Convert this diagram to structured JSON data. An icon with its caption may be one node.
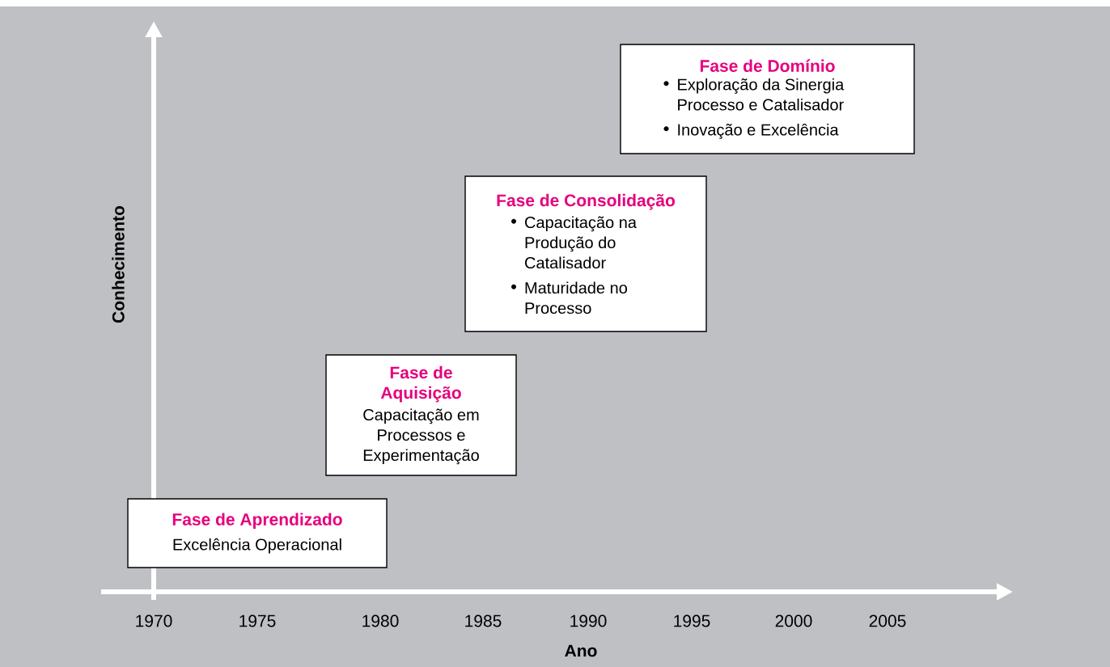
{
  "diagram": {
    "nodes": [
      {
        "text": [
          "Fase de Aprendizado",
          "Excelência Operacional"
        ]
      },
      {
        "text": [
          "Fase de Aquisição",
          "Capacitação em Processos e Experimentação"
        ]
      },
      {
        "text": [
          "Fase de Consolidação",
          "Capacitação na Produção do Catalisador",
          "Maturidade no Processo"
        ]
      },
      {
        "text": [
          "Fase de Domínio",
          "Exploração da Sinergia Processo e Catalisador",
          "Inovação e Excelência"
        ]
      }
    ],
    "labels": [
      "Conhecimento",
      "1970",
      "1975",
      "1980",
      "1985",
      "1990",
      "1995",
      "2000",
      "2005",
      "Ano"
    ]
  }
}
